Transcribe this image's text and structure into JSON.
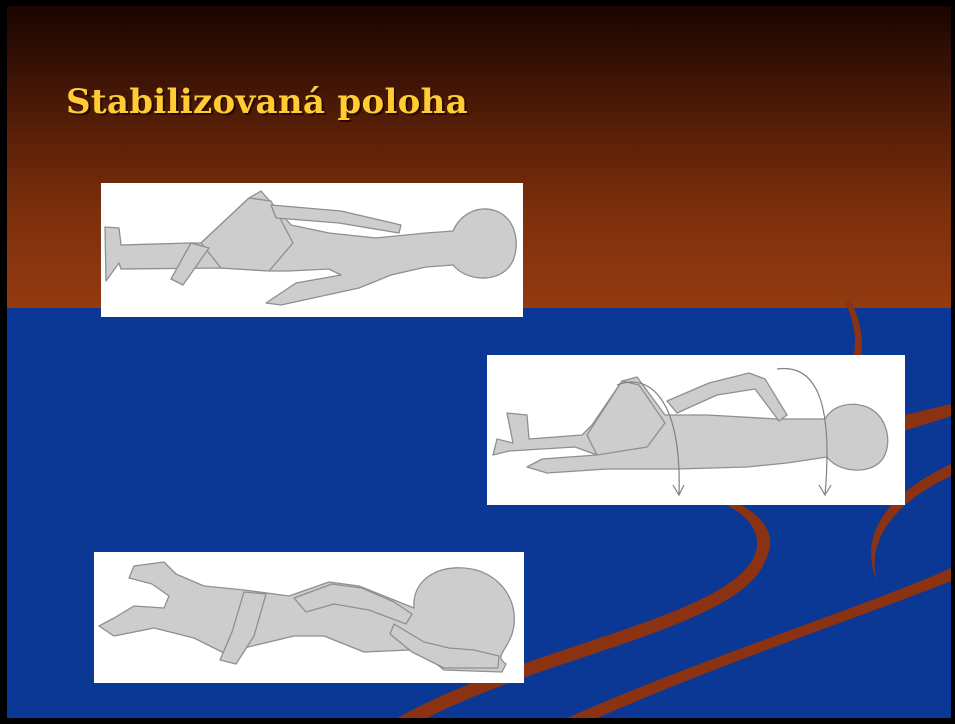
{
  "slide": {
    "title": "Stabilizovaná poloha"
  },
  "colors": {
    "title": "#ffcc33",
    "top_band": "#7e300c",
    "background": "#0a3894",
    "swoosh": "#8a3212",
    "figure_fill": "#cdcdcd",
    "figure_outline": "#8f8f8f"
  },
  "figures": [
    {
      "name": "step-1-supine-knee-bent"
    },
    {
      "name": "step-2-rolling-over"
    },
    {
      "name": "step-3-recovery-position"
    }
  ]
}
